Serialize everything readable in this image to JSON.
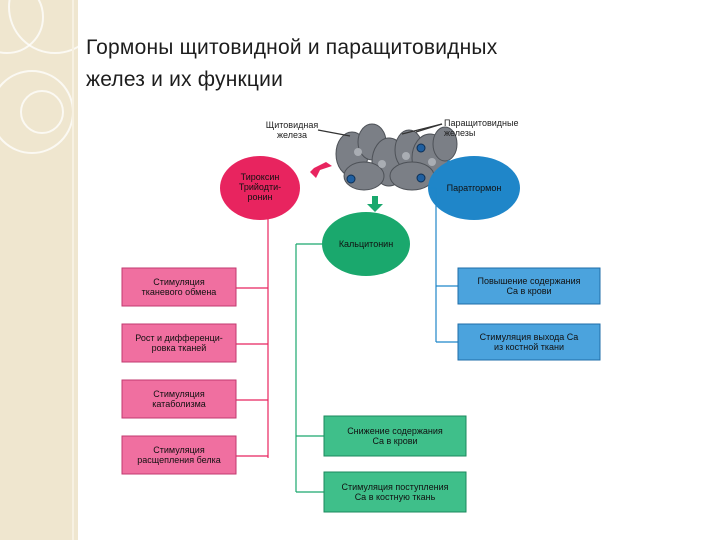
{
  "slide": {
    "title_line1": "Гормоны щитовидной и паращитовидных",
    "title_line2": "желез и их функции"
  },
  "diagram": {
    "gland_labels": {
      "thyroid": [
        "Щитовидная",
        "железа"
      ],
      "parathyroid": [
        "Паращитовидные",
        "железы"
      ]
    },
    "hormones": {
      "thyroxine": [
        "Тироксин",
        "Трийодти-",
        "ронин"
      ],
      "calcitonin": "Кальцитонин",
      "parathormone": "Паратгормон"
    },
    "thyroxine_effects": [
      [
        "Стимуляция",
        "тканевого обмена"
      ],
      [
        "Рост и дифференци-",
        "ровка тканей"
      ],
      [
        "Стимуляция",
        "катаболизма"
      ],
      [
        "Стимуляция",
        "расщепления белка"
      ]
    ],
    "calcitonin_effects": [
      [
        "Снижение содержания",
        "Ca в крови"
      ],
      [
        "Стимуляция поступления",
        "Ca в костную ткань"
      ]
    ],
    "parathormone_effects": [
      [
        "Повышение содержания",
        "Ca в крови"
      ],
      [
        "Стимуляция выхода Ca",
        "из костной ткани"
      ]
    ],
    "colors": {
      "thyroxine": "#e8245f",
      "calcitonin": "#1aa86d",
      "parathormone": "#1f86c9",
      "pink_box": "#f06fa0",
      "green_box": "#3fbf8a",
      "blue_box": "#4ba3dd",
      "gland": "#7b7f86"
    }
  }
}
